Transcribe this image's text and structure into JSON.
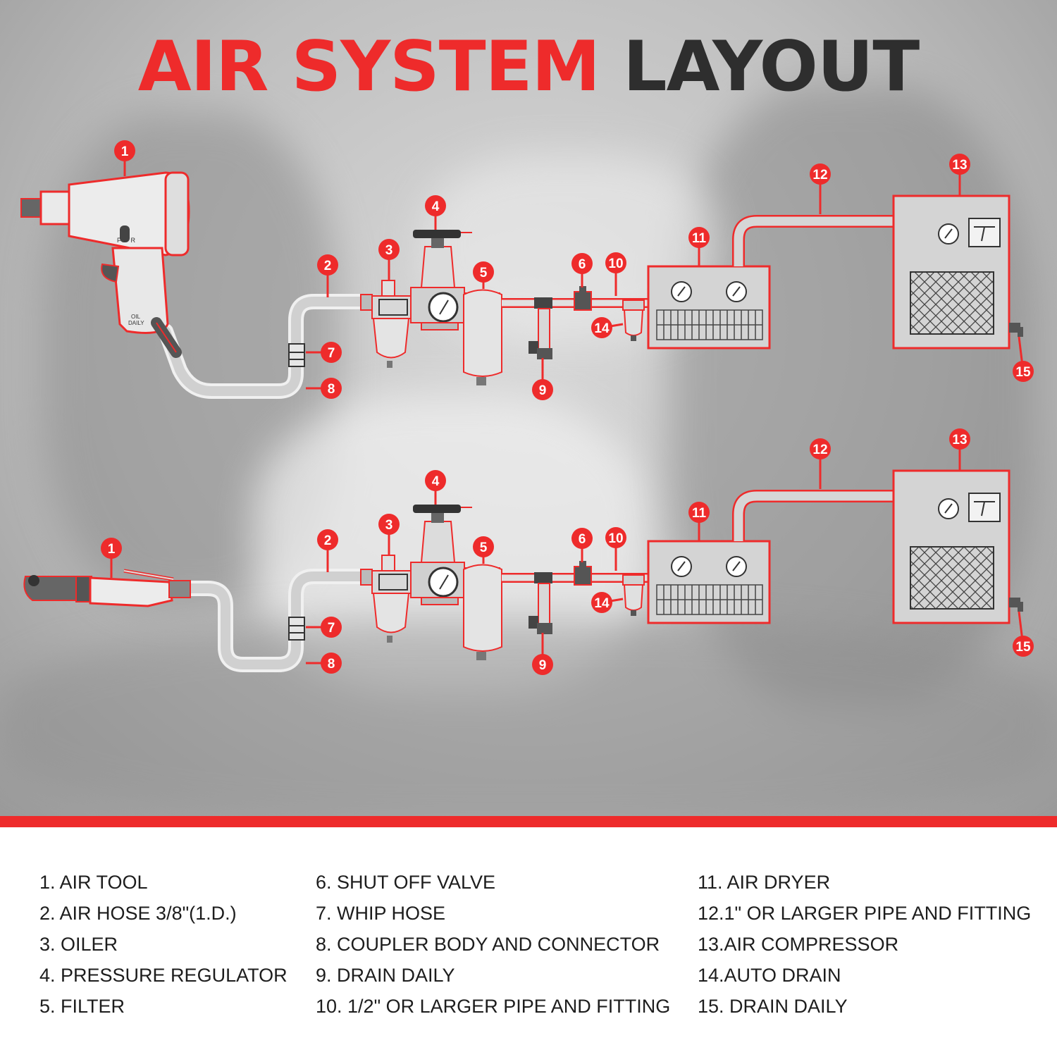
{
  "title": {
    "part1": "AIR SYSTEM",
    "part2": "LAYOUT"
  },
  "colors": {
    "accent": "#ee2b2b",
    "dark": "#2e2e2e",
    "equipment": "#d4d4d4",
    "band": "#ee2b2b"
  },
  "callouts": [
    "1",
    "2",
    "3",
    "4",
    "5",
    "6",
    "7",
    "8",
    "9",
    "10",
    "11",
    "12",
    "13",
    "14",
    "15"
  ],
  "tool_labels": {
    "direction": "F ⇔ R",
    "oil_line1": "OIL",
    "oil_line2": "DAILY"
  },
  "legend": {
    "col1": [
      "1. AIR TOOL",
      "2. AIR HOSE 3/8\"(1.D.)",
      "3. OILER",
      "4. PRESSURE REGULATOR",
      "5. FILTER"
    ],
    "col2": [
      "6. SHUT OFF VALVE",
      "7. WHIP HOSE",
      "8. COUPLER BODY AND CONNECTOR",
      "9. DRAIN DAILY",
      "10. 1/2\" OR LARGER PIPE AND FITTING"
    ],
    "col3": [
      "11. AIR DRYER",
      "12.1\" OR LARGER PIPE AND FITTING",
      "13.AIR COMPRESSOR",
      "14.AUTO DRAIN",
      "15. DRAIN DAILY"
    ]
  }
}
